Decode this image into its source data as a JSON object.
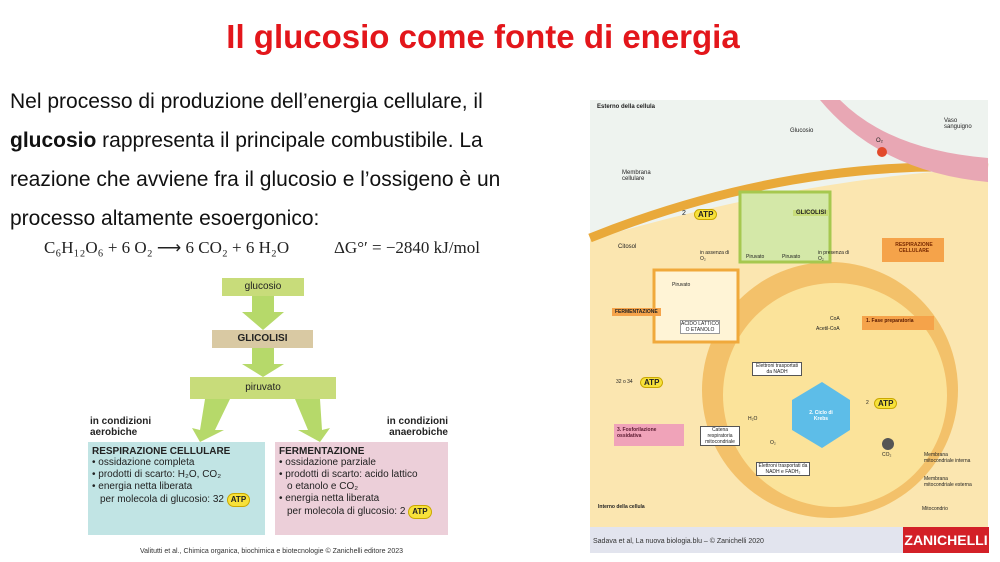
{
  "title": "Il glucosio come fonte di energia",
  "paragraph": {
    "part1": "Nel processo di produzione dell’energia cellulare, il ",
    "bold": "glucosio",
    "part2": " rappresenta il principale combustibile. La reazione che avviene fra il glucosio e l’ossigeno è un processo altamente esoergonico:"
  },
  "equation": {
    "lhs": "C₆H₁₂O₆ + 6 O₂ ⟶ 6 CO₂ + 6 H₂O",
    "dg": "ΔG°′ = −2840 kJ/mol"
  },
  "flow": {
    "glucosio": "glucosio",
    "glicolisi": "GLICOLISI",
    "piruvato": "piruvato",
    "cond_aerobic": "in condizioni aerobiche",
    "cond_anaerobic": "in condizioni anaerobiche",
    "resp_title": "RESPIRAZIONE CELLULARE",
    "resp_items": [
      "• ossidazione completa",
      "• prodotti di scarto: H₂O, CO₂",
      "• energia netta liberata",
      "per molecola di glucosio: 32"
    ],
    "ferm_title": "FERMENTAZIONE",
    "ferm_items": [
      "• ossidazione parziale",
      "• prodotti di scarto: acido lattico",
      "o etanolo e CO₂",
      "• energia netta liberata",
      "per molecola di glucosio: 2"
    ],
    "atp": "ATP",
    "colors": {
      "green": "#c8dc7a",
      "tan": "#d9c9a3",
      "cyan": "#c1e4e4",
      "pink": "#eccfd9",
      "arrow": "#a8d05a"
    }
  },
  "credit_left": "Valitutti et al., Chimica organica, biochimica e biotecnologie © Zanichelli editore 2023",
  "figure": {
    "esterno": "Esterno della cellula",
    "vaso": "Vaso sanguigno",
    "membrana": "Membrana cellulare",
    "glucosio": "Glucosio",
    "o2": "O₂",
    "citosol": "Citosol",
    "glicolisi": "GLICOLISI",
    "atp2": "2",
    "assenza": "in assenza di O₂",
    "presenza": "in presenza di O₂",
    "piruvato1": "Piruvato",
    "piruvato2": "Piruvato",
    "piruvato3": "Piruvato",
    "respirazione": "RESPIRAZIONE CELLULARE",
    "fermentazione": "FERMENTAZIONE",
    "acido": "ACIDO LATTICO O ETANOLO",
    "coa": "CoA",
    "acetil": "Acetil-CoA",
    "fase1": "1. Fase preparatoria",
    "elettroni1": "Elettroni trasportati da NADH",
    "atp32": "32 o 34",
    "atp2b": "2",
    "fase3": "3. Fosforilazione ossidativa",
    "catena": "Catena respiratoria mitocondriale",
    "h2o": "H₂O",
    "o2b": "O₂",
    "krebs": "2. Ciclo di Krebs",
    "co2": "CO₂",
    "elettroni2": "Elettroni trasportati da NADH e FADH₂",
    "membrana_int": "Membrana mitocondriale interna",
    "membrana_est": "Membrana mitocondriale esterna",
    "interno": "Interno della cellula",
    "mitocondrio": "Mitocondrio"
  },
  "credit_right": "Sadava et al, La nuova biologia.blu – © Zanichelli 2020",
  "brand": "ZANICHELLI"
}
